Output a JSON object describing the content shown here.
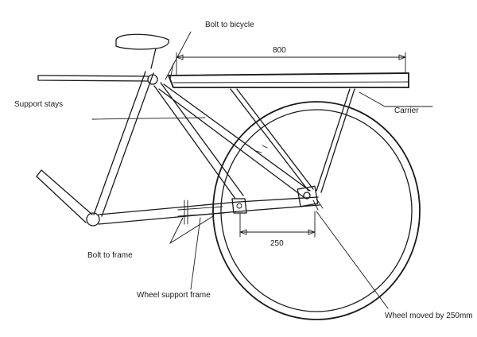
{
  "labels": {
    "bolt_to_bicycle": "Bolt to bicycle",
    "dim_carrier_length": "800",
    "support_stays": "Support stays",
    "carrier": "Carrier",
    "dim_wheel_offset": "250",
    "bolt_to_frame": "Bolt to frame",
    "wheel_support_frame": "Wheel support frame",
    "wheel_moved": "Wheel moved by 250mm"
  }
}
